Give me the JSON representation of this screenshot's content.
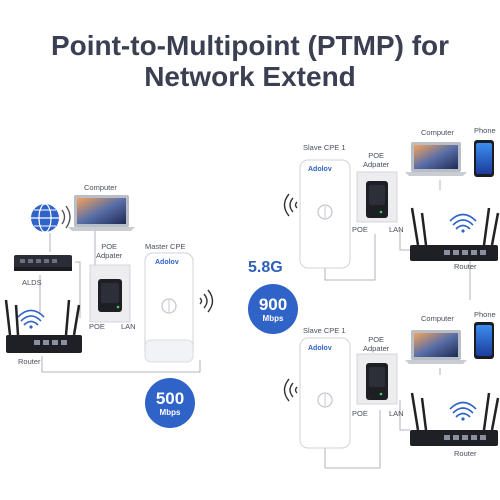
{
  "title": {
    "line1": "Point-to-Multipoint (PTMP) for",
    "line2": "Network Extend"
  },
  "left": {
    "computer": "Computer",
    "aldss": "ALDS",
    "router": "Router",
    "poe_adapter": "POE\nAdpater",
    "poe": "POE",
    "lan": "LAN",
    "master_cpe": "Master CPE",
    "brand": "Adolov",
    "speed_num": "500",
    "speed_unit": "Mbps"
  },
  "middle": {
    "freq": "5.8G",
    "speed_num": "900",
    "speed_unit": "Mbps"
  },
  "top_right": {
    "slave": "Slave CPE 1",
    "poe_adapter": "POE\nAdpater",
    "computer": "Computer",
    "phone": "Phone",
    "poe": "POE",
    "lan": "LAN",
    "router": "Router",
    "brand": "Adolov"
  },
  "bottom_right": {
    "slave": "Slave CPE 1",
    "poe_adapter": "POE\nAdpater",
    "computer": "Computer",
    "phone": "Phone",
    "poe": "POE",
    "lan": "LAN",
    "router": "Router",
    "brand": "Adolov"
  },
  "colors": {
    "title": "#3a3f52",
    "accent": "#2f63c8",
    "freq": "#2f5fb8"
  }
}
